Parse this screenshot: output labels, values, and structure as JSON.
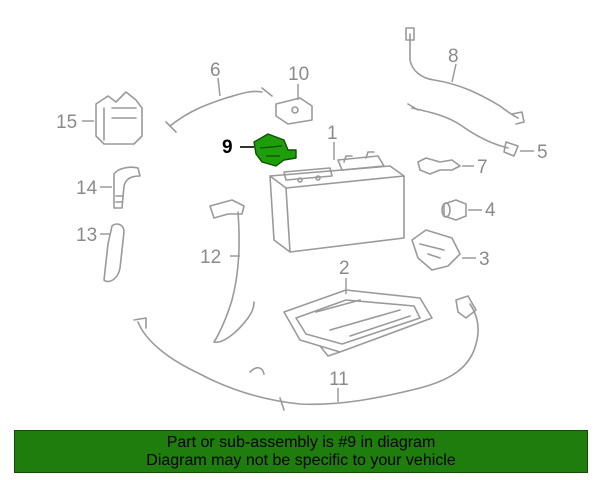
{
  "callouts": {
    "p1": "1",
    "p2": "2",
    "p3": "3",
    "p4": "4",
    "p5": "5",
    "p6": "6",
    "p7": "7",
    "p8": "8",
    "p9": "9",
    "p10": "10",
    "p11": "11",
    "p12": "12",
    "p13": "13",
    "p14": "14",
    "p15": "15"
  },
  "highlight": {
    "part": "9",
    "color": "#1e9e0a"
  },
  "banner": {
    "line1": "Part or sub-assembly is #9 in diagram",
    "line2": "Diagram may not be specific to your vehicle",
    "color": "#1e7d0c"
  }
}
